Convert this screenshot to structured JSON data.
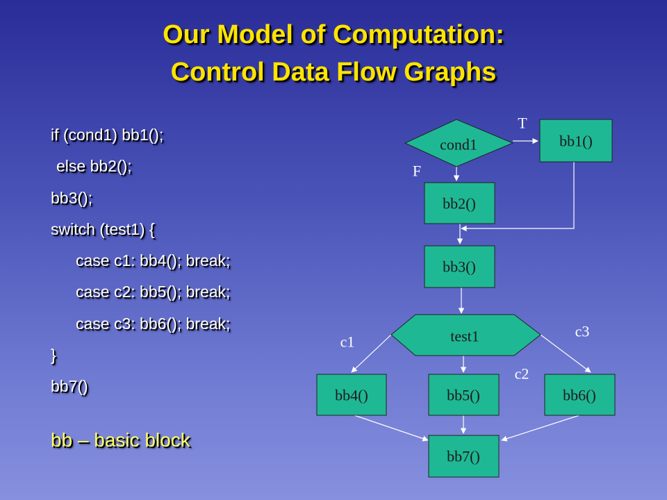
{
  "title": {
    "line1": "Our Model of Computation:",
    "line2": "Control Data Flow Graphs"
  },
  "code": {
    "lines": [
      "if (cond1) bb1();",
      "else bb2();",
      "bb3();",
      "switch (test1) {",
      "case c1: bb4(); break;",
      "case c2: bb5(); break;",
      "case c3: bb6(); break;",
      "}",
      "bb7()"
    ]
  },
  "legend": "bb – basic block",
  "diagram": {
    "colors": {
      "node_fill": "#1fb894",
      "edge": "#ffffff"
    },
    "nodes": {
      "cond1": "cond1",
      "bb1": "bb1()",
      "bb2": "bb2()",
      "bb3": "bb3()",
      "test1": "test1",
      "bb4": "bb4()",
      "bb5": "bb5()",
      "bb6": "bb6()",
      "bb7": "bb7()"
    },
    "edge_labels": {
      "true_branch": "T",
      "false_branch": "F",
      "case1": "c1",
      "case2": "c2",
      "case3": "c3"
    }
  }
}
